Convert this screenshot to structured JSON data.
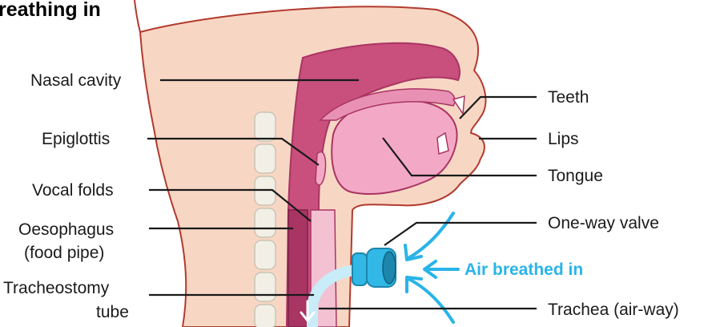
{
  "title": "reathing in",
  "labels": {
    "nasal_cavity": "Nasal cavity",
    "epiglottis": "Epiglottis",
    "vocal_folds": "Vocal folds",
    "oesophagus_line1": "Oesophagus",
    "oesophagus_line2": "(food pipe)",
    "tracheostomy_line1": "Tracheostomy",
    "tracheostomy_line2": "tube",
    "teeth": "Teeth",
    "lips": "Lips",
    "tongue": "Tongue",
    "one_way_valve": "One-way valve",
    "air_breathed_in": "Air breathed in",
    "trachea": "Trachea (air-way)"
  },
  "colors": {
    "skin": "#f7d7c4",
    "skin_outline": "#b23a2e",
    "cavity": "#c94f7c",
    "cavity_dark": "#a93563",
    "tongue": "#f3a9c6",
    "bone": "#f2efe6",
    "valve": "#31b8e6",
    "air": "#29b4e8",
    "leader": "#1a1a1a"
  }
}
